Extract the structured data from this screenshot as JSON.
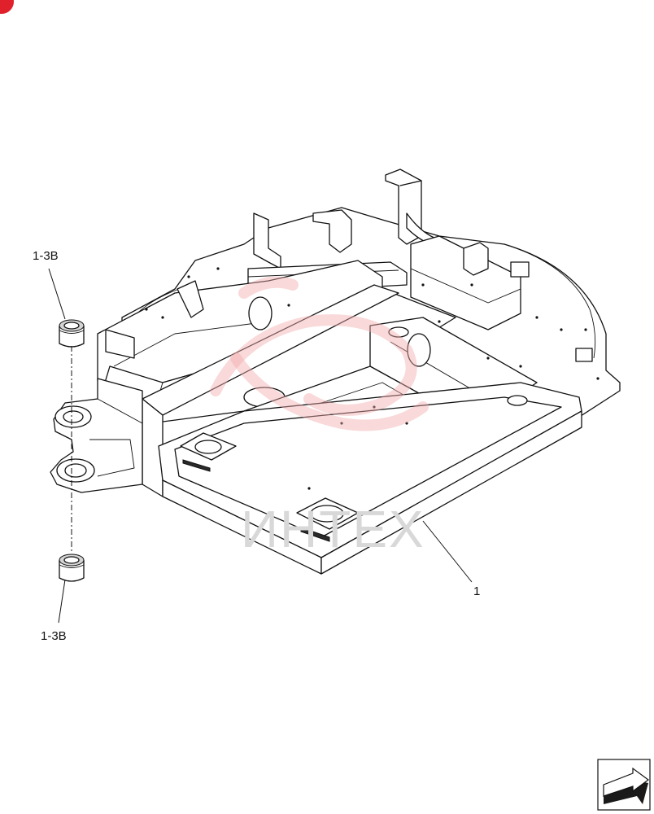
{
  "corner_badge": {
    "text": "",
    "color": "#e0202a"
  },
  "callouts": {
    "bushing_upper": "1-3B",
    "bushing_lower": "1-3B",
    "frame": "1"
  },
  "watermark": {
    "text": "ИНТЕХ",
    "color": "#f5b8b8"
  },
  "nav_icon": {
    "icon": "arrow-next-icon"
  }
}
